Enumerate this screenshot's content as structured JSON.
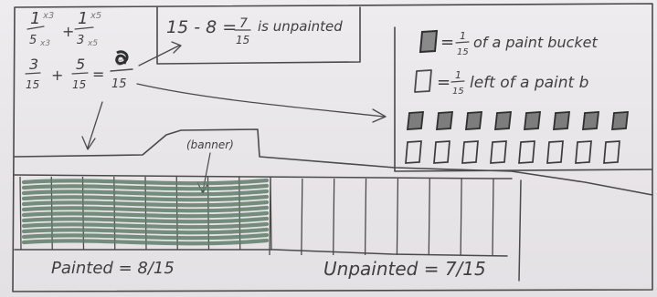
{
  "work": {
    "line1_a": "1",
    "line1_a_den": "5",
    "line1_mult_a": "x3",
    "line1_mult_a_den": "x3",
    "line1_b": "1",
    "line1_b_den": "3",
    "line1_mult_b": "x5",
    "line1_mult_b_den": "x5",
    "line1_plus": "+",
    "line2_a": "3",
    "line2_a_den": "15",
    "line2_plus": "+",
    "line2_b": "5",
    "line2_b_den": "15",
    "line2_eq": "=",
    "line2_result": "8",
    "line2_result_den": "15"
  },
  "unpainted_box": {
    "lhs": "15 - 8 =",
    "num": "7",
    "den": "15",
    "text": "is unpainted"
  },
  "legend": {
    "filled_text": "= 1/15 of a paint bucket",
    "filled_frac_num": "1",
    "filled_frac_den": "15",
    "filled_words": "of a paint bucket",
    "empty_frac_num": "1",
    "empty_frac_den": "15",
    "empty_words": "left of a paint b",
    "filled_bucket_count": 8,
    "empty_bucket_count": 8
  },
  "banner_label": "(banner)",
  "fence": {
    "painted_label": "Painted = 8/15",
    "unpainted_label": "Unpainted = 7/15",
    "painted_sections": 8,
    "unpainted_sections": 7
  }
}
